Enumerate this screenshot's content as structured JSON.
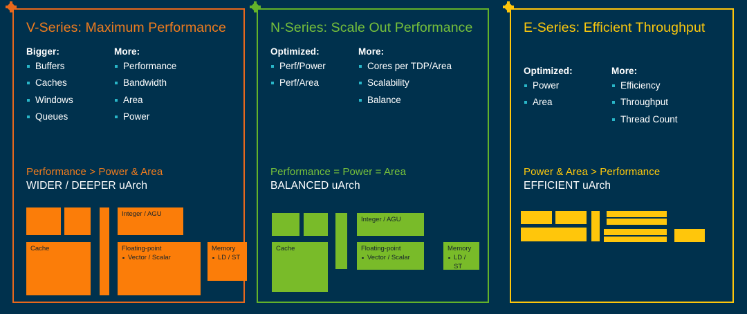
{
  "slide": {
    "background_color": "#00314d",
    "bullet_color": "#29b6c8",
    "body_text_color": "#ffffff"
  },
  "panels": [
    {
      "id": "v-series",
      "accent_color": "#e8681c",
      "block_color": "#fb7d09",
      "title": "V-Series: Maximum Performance",
      "columns": [
        {
          "head": "Bigger:",
          "items": [
            "Buffers",
            "Caches",
            "Windows",
            "Queues"
          ]
        },
        {
          "head": "More:",
          "items": [
            "Performance",
            "Bandwidth",
            "Area",
            "Power"
          ]
        }
      ],
      "tagline_accent": "Performance > Power & Area",
      "tagline_white": "WIDER / DEEPER uArch",
      "diagram": {
        "cache_label": "Cache",
        "integer_label": "Integer / AGU",
        "fp_label": "Floating-point",
        "fp_sub": "Vector / Scalar",
        "memory_label": "Memory",
        "memory_sub": "LD / ST"
      }
    },
    {
      "id": "n-series",
      "accent_color": "#63b22a",
      "block_color": "#79bb29",
      "title": "N-Series: Scale Out Performance",
      "columns": [
        {
          "head": "Optimized:",
          "items": [
            "Perf/Power",
            "Perf/Area"
          ]
        },
        {
          "head": "More:",
          "items": [
            "Cores per TDP/Area",
            "Scalability",
            "Balance"
          ]
        }
      ],
      "tagline_accent": "Performance = Power = Area",
      "tagline_white": "BALANCED uArch",
      "diagram": {
        "cache_label": "Cache",
        "integer_label": "Integer / AGU",
        "fp_label": "Floating-point",
        "fp_sub": "Vector / Scalar",
        "memory_label": "Memory",
        "memory_sub": "LD / ST"
      }
    },
    {
      "id": "e-series",
      "accent_color": "#ffc60b",
      "block_color": "#ffc60b",
      "title": "E-Series: Efficient Throughput",
      "columns": [
        {
          "head": "Optimized:",
          "items": [
            "Power",
            "Area"
          ]
        },
        {
          "head": "More:",
          "items": [
            "Efficiency",
            "Throughput",
            "Thread Count"
          ]
        }
      ],
      "tagline_accent": "Power & Area > Performance",
      "tagline_white": "EFFICIENT uArch",
      "diagram": {
        "cache_label": "",
        "integer_label": "",
        "fp_label": "",
        "fp_sub": "",
        "memory_label": "",
        "memory_sub": ""
      }
    }
  ]
}
